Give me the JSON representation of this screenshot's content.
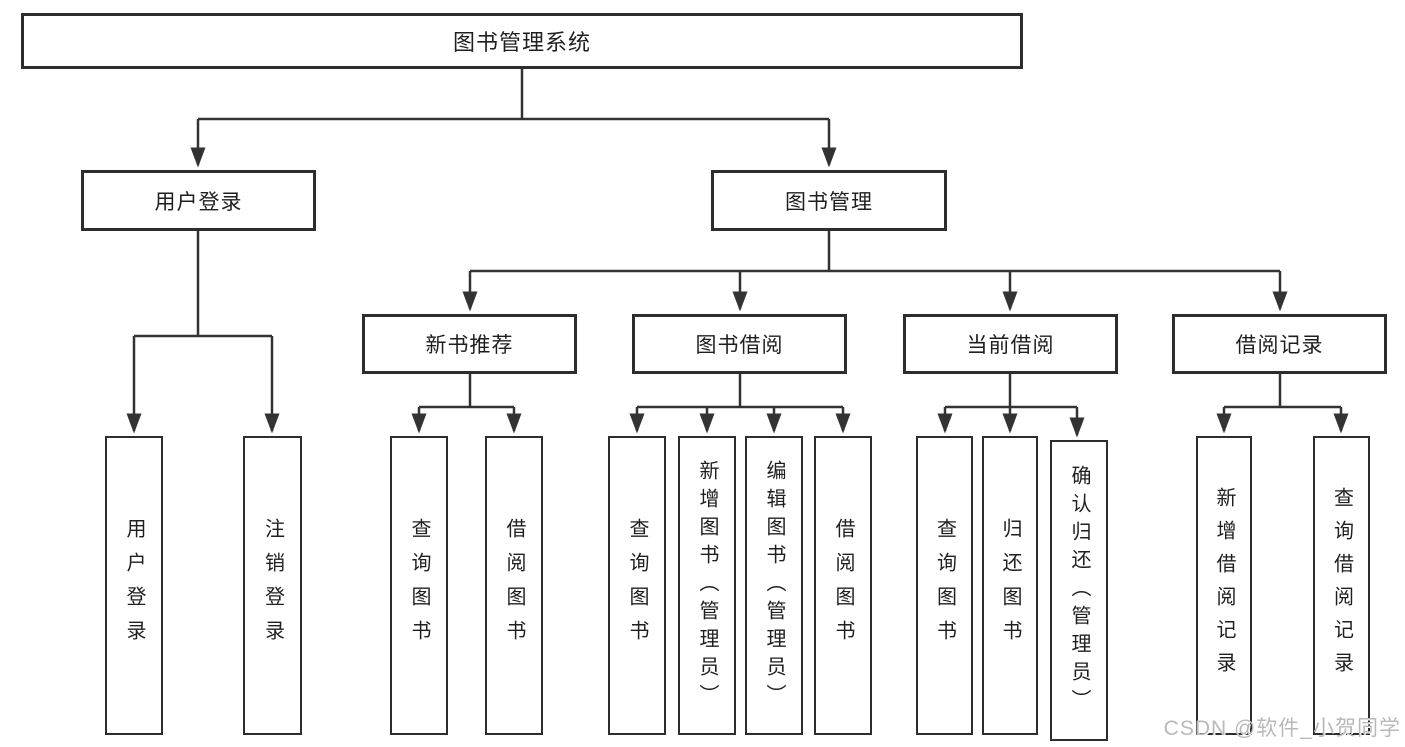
{
  "diagram": {
    "title_node": "图书管理系统",
    "level2": {
      "user_login": "用户登录",
      "book_mgmt": "图书管理"
    },
    "level3": {
      "new_book_rec": "新书推荐",
      "book_borrow": "图书借阅",
      "current_borrow": "当前借阅",
      "borrow_records": "借阅记录"
    },
    "leaves": {
      "user_login_leaf": "用户登录",
      "logout_leaf": "注销登录",
      "query_book_1": "查询图书",
      "borrow_book_1": "借阅图书",
      "query_book_2": "查询图书",
      "add_book_admin": "新增图书（管理员）",
      "edit_book_admin": "编辑图书（管理员）",
      "borrow_book_2": "借阅图书",
      "query_book_3": "查询图书",
      "return_book": "归还图书",
      "confirm_return_admin": "确认归还（管理员）",
      "add_borrow_record": "新增借阅记录",
      "query_borrow_record": "查询借阅记录"
    }
  },
  "watermark": "CSDN @软件_小贺同学",
  "colors": {
    "line": "#333333",
    "border": "#2d2d2d",
    "text": "#1f1f1f",
    "watermark": "#b9b9b9",
    "background": "#ffffff"
  }
}
